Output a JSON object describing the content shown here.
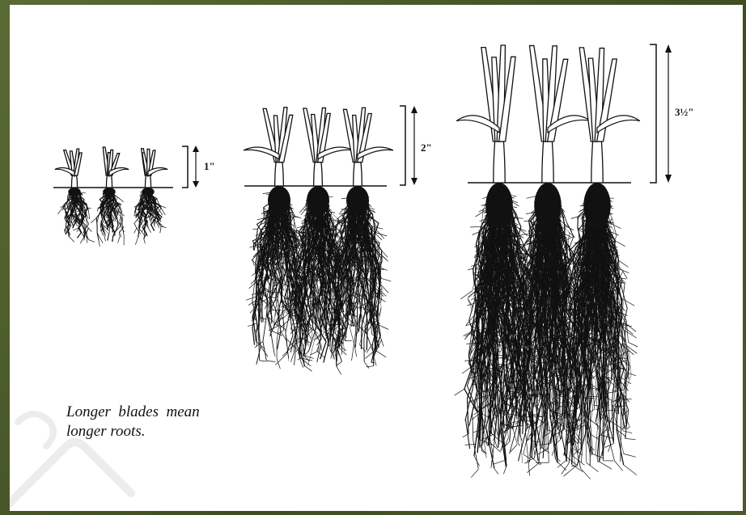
{
  "figure": {
    "caption_line1": "Longer  blades  mean",
    "caption_line2": "longer roots."
  },
  "plants": [
    {
      "height_label": "1\""
    },
    {
      "height_label": "2\""
    },
    {
      "height_label": "3½\""
    }
  ],
  "colors": {
    "ink": "#111111",
    "paper": "#ffffff",
    "frame": "#4a5a2a"
  }
}
